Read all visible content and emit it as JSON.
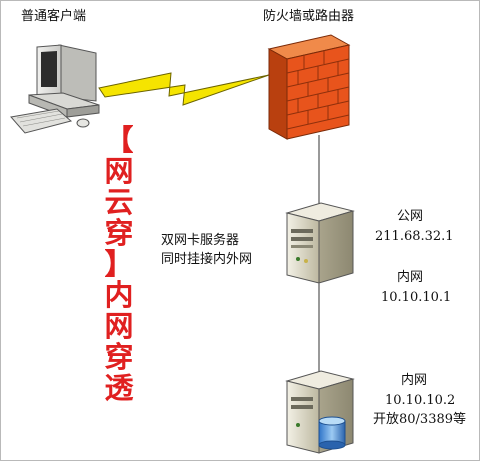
{
  "labels": {
    "client": "普通客户端",
    "firewall": "防火墙或路由器",
    "server1_line1": "双网卡服务器",
    "server1_line2": "同时挂接内外网",
    "public_label": "公网",
    "public_ip": "211.68.32.1",
    "intranet_label_1": "内网",
    "intranet_ip_1": "10.10.10.1",
    "intranet_label_2": "内网",
    "intranet_ip_2": "10.10.10.2",
    "open_ports": "开放80/3389等"
  },
  "brand_chars": [
    "【",
    "网",
    "云",
    "穿",
    "】",
    "内",
    "网",
    "穿",
    "透"
  ],
  "icons": [
    "computer-icon",
    "firewall-icon",
    "lightning-bolt-icon",
    "server-icon",
    "database-server-icon"
  ],
  "colors": {
    "brand": "#e02020",
    "bolt": "#f5e400",
    "firewall": "#e8541c",
    "server_body": "#d7d2bd",
    "line": "#333333"
  }
}
